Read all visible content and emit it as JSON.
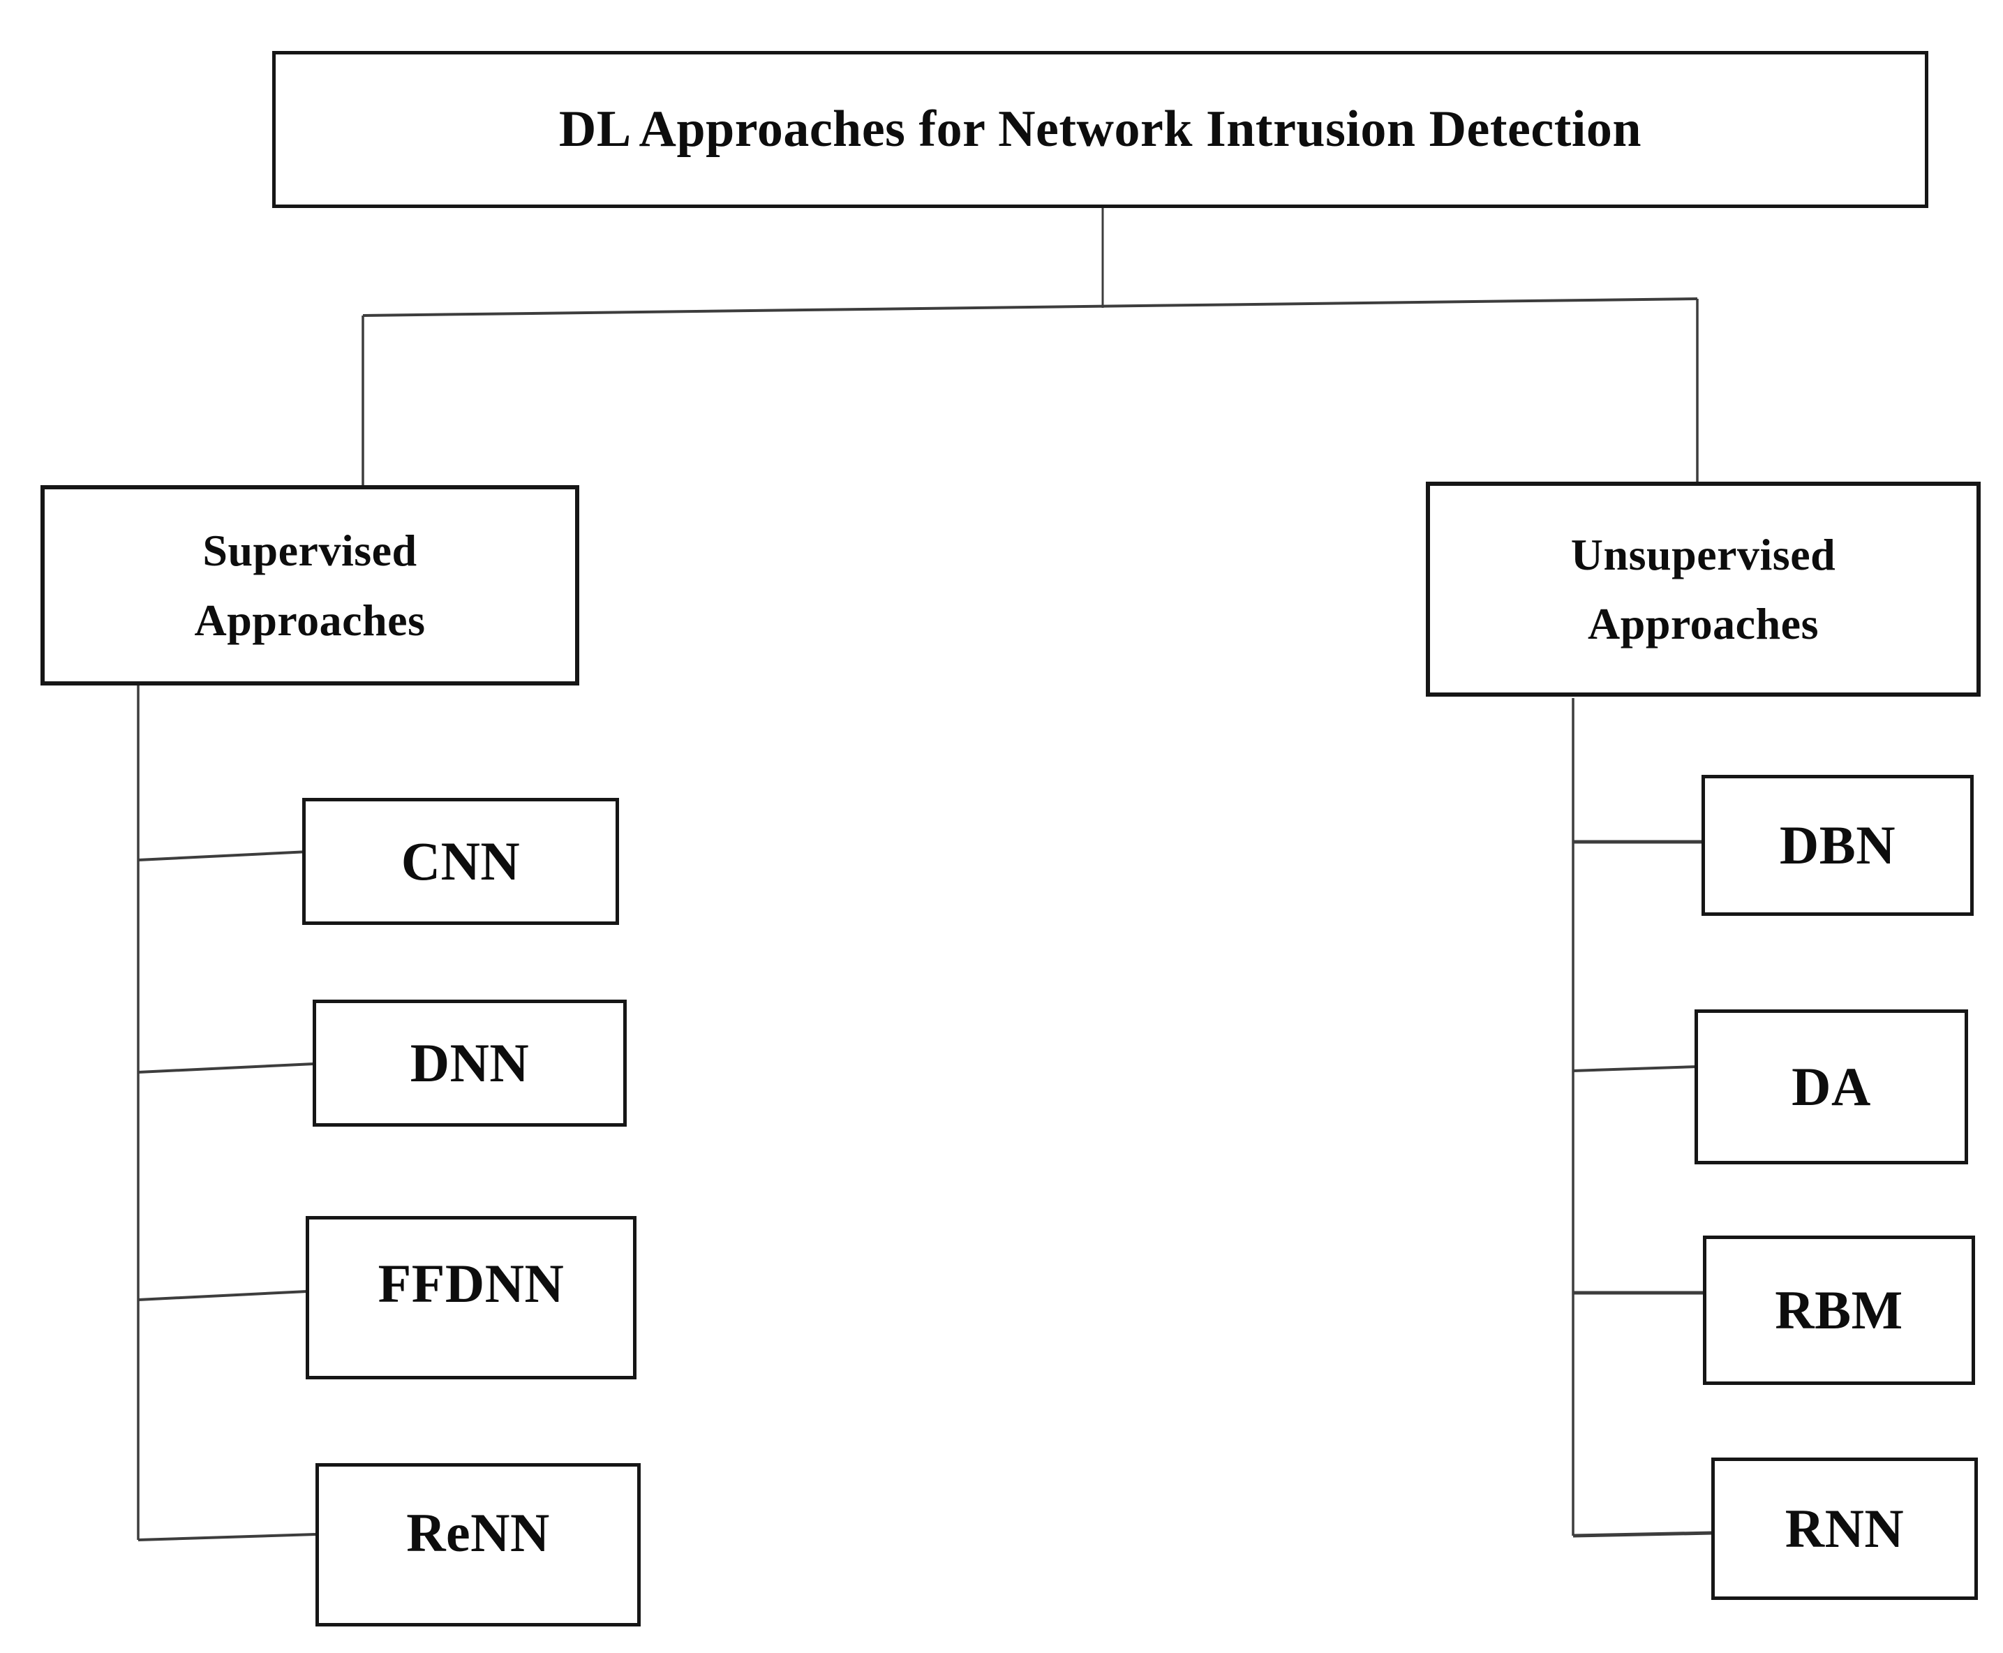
{
  "diagram": {
    "title": "DL Approaches for Network Intrusion Detection",
    "supervised": {
      "label": "Supervised\nApproaches",
      "children": [
        "CNN",
        "DNN",
        "FFDNN",
        "ReNN"
      ]
    },
    "unsupervised": {
      "label": "Unsupervised\nApproaches",
      "children": [
        "DBN",
        "DA",
        "RBM",
        "RNN"
      ]
    },
    "colors": {
      "box_border": "#161616",
      "connector_line": "#3d3d3d",
      "text": "#0d0d0d",
      "background": "#ffffff"
    }
  }
}
